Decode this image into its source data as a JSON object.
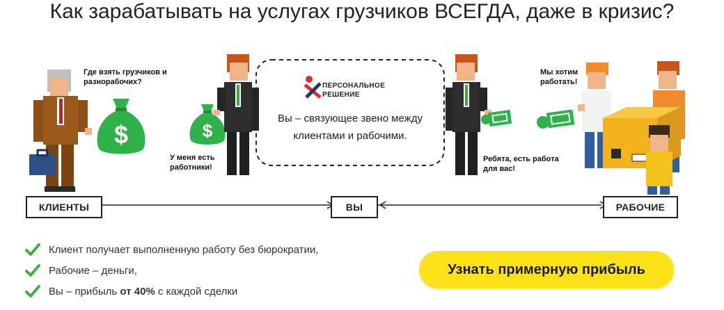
{
  "header": {
    "title": "Как зарабатывать на услугах грузчиков ВСЕГДА, даже в кризис?"
  },
  "labels": {
    "clients": "КЛИЕНТЫ",
    "you": "ВЫ",
    "workers": "РАБОЧИЕ"
  },
  "captions": {
    "client_question": "Где взять грузчиков и разнорабочих?",
    "agent_have_workers": "У меня есть работники!",
    "agent_have_job": "Ребята, есть работа для вас!",
    "workers_want": "Мы хотим работать!"
  },
  "logo": {
    "line1": "ПЕРСОНАЛЬНОЕ",
    "line2": "РЕШЕНИЕ"
  },
  "center": {
    "text": "Вы – связующее звено между клиентами и рабочими."
  },
  "benefits": {
    "item1": "Клиент получает выполненную работу без бюрократии,",
    "item2": "Рабочие – деньги,",
    "item3_prefix": "Вы – прибыль ",
    "item3_bold": "от 40%",
    "item3_suffix": " с каждой сделки"
  },
  "cta": {
    "label": "Узнать примерную прибыль"
  },
  "colors": {
    "accent": "#fde21a",
    "check": "#3cb043",
    "money": "#2fb24a",
    "logo_red": "#e22b2b"
  }
}
